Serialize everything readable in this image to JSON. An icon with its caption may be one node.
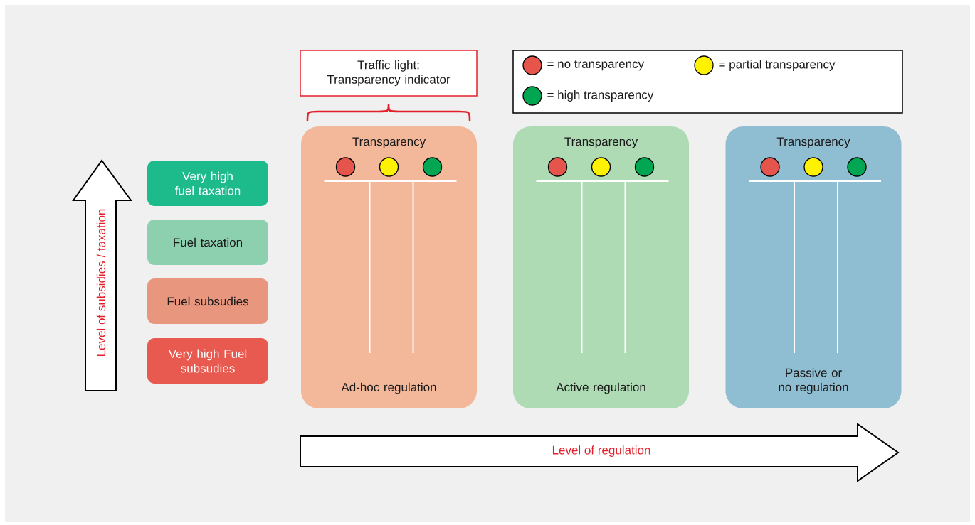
{
  "diagram": {
    "nodes": [
      {
        "text": [
          "Very high fuel taxation"
        ]
      },
      {
        "text": [
          "Fuel taxation"
        ]
      },
      {
        "text": [
          "Fuel subsudies"
        ]
      },
      {
        "text": [
          "Very high Fuel subsudies"
        ]
      },
      {
        "text": [
          "Transparency",
          "Ad-hoc regulation"
        ]
      },
      {
        "text": [
          "Transparency",
          "Active regulation"
        ]
      },
      {
        "text": [
          "Transparency",
          "Passive or no regulation"
        ]
      },
      {
        "text": [
          "Traffic light: Transparency indicator"
        ]
      }
    ],
    "labels": [
      "Level of subsidies / taxation",
      "Level of regulation"
    ],
    "legend": [
      {
        "text": "= no transparency",
        "color": "#e5554b"
      },
      {
        "text": "= partial transparency",
        "color": "#fff200"
      },
      {
        "text": "= high transparency",
        "color": "#00a651"
      }
    ]
  }
}
